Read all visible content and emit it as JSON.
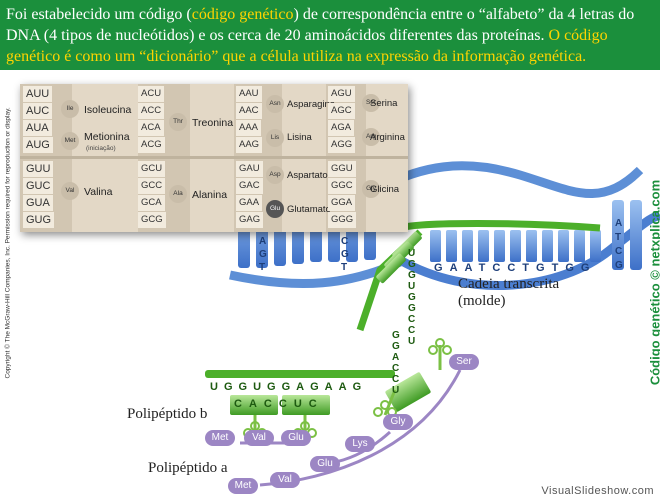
{
  "banner": {
    "p1": "Foi estabelecido um código (",
    "p2": "código genético",
    "p3": ") de correspondência entre o “alfabeto” da 4 letras do DNA (4 tipos de nucleótidos) e os cerca de 20 aminoácidos diferentes das proteínas.",
    "p4": " O código genético é como um “dicionário” que a célula utiliza na expressão da informação genética."
  },
  "copyright": "Copyright © The McGraw-Hill Companies, Inc. Permission required for reproduction or display.",
  "vertical_label": "Código genético © netxplica.com",
  "watermark": "VisualSlideshow.com",
  "colors": {
    "banner": "#1b8f3c",
    "highlight": "#ffd400",
    "dna_blue": "#5d8fd6",
    "rna_green": "#4caf2a",
    "chain_purple": "#9c86c4"
  },
  "table": {
    "col1_codons": [
      "AUU",
      "AUC",
      "AUA",
      "AUG",
      "GUU",
      "GUC",
      "GUA",
      "GUG"
    ],
    "col2_codons": [
      "ACU",
      "ACC",
      "ACA",
      "ACG",
      "GCU",
      "GCC",
      "GCA",
      "GCG"
    ],
    "col3_codons": [
      "AAU",
      "AAC",
      "AAA",
      "AAG",
      "GAU",
      "GAC",
      "GAA",
      "GAG"
    ],
    "col4_codons": [
      "AGU",
      "AGC",
      "AGA",
      "AGG",
      "GGU",
      "GGC",
      "GGA",
      "GGG"
    ],
    "aa": {
      "ile": {
        "abbr": "Ile",
        "name": "Isoleucina"
      },
      "met": {
        "abbr": "Met",
        "name": "Metionina",
        "sub": "(iniciação)"
      },
      "val": {
        "abbr": "Val",
        "name": "Valina"
      },
      "thr": {
        "abbr": "Thr",
        "name": "Treonina"
      },
      "ala": {
        "abbr": "Ala",
        "name": "Alanina"
      },
      "asn": {
        "abbr": "Asn",
        "name": "Asparagina"
      },
      "lys": {
        "abbr": "Lis",
        "name": "Lisina"
      },
      "asp": {
        "abbr": "Asp",
        "name": "Aspartato"
      },
      "glu": {
        "abbr": "Glu",
        "name": "Glutamato"
      },
      "ser": {
        "abbr": "Ser",
        "name": "Serina"
      },
      "arg": {
        "abbr": "Arg",
        "name": "Arginina"
      },
      "gly": {
        "abbr": "Gly",
        "name": "Glicina"
      }
    }
  },
  "diagram": {
    "template_label_1": "Cadeia transcrita",
    "template_label_2": "(molde)",
    "polypeptide_b": "Polipéptido b",
    "polypeptide_a": "Polipéptido a",
    "dna_seq": [
      "G",
      "A",
      "A",
      "T",
      "C",
      "C",
      "T",
      "G",
      "T",
      "G",
      "G"
    ],
    "dna_left_1": [
      "A",
      "G",
      "T"
    ],
    "dna_left_2": [
      "A",
      "C",
      "G",
      "T"
    ],
    "dna_right": [
      "A",
      "T",
      "C",
      "G"
    ],
    "rna_seq": [
      "U",
      "G",
      "G",
      "U",
      "G",
      "G",
      "A",
      "G",
      "A",
      "A",
      "G"
    ],
    "rna_diag": [
      "G",
      "G",
      "A",
      "C",
      "C",
      "U"
    ],
    "rna_up": [
      "U",
      "G",
      "G",
      "U",
      "G",
      "G",
      "C",
      "C",
      "U"
    ],
    "anticodons": [
      "C",
      "A",
      "C",
      "C",
      "U",
      "C"
    ],
    "chain_b": [
      "Met",
      "Val",
      "Glu"
    ],
    "chain_a": [
      "Met",
      "Val",
      "Glu",
      "Lys",
      "Gly",
      "Ser"
    ]
  }
}
